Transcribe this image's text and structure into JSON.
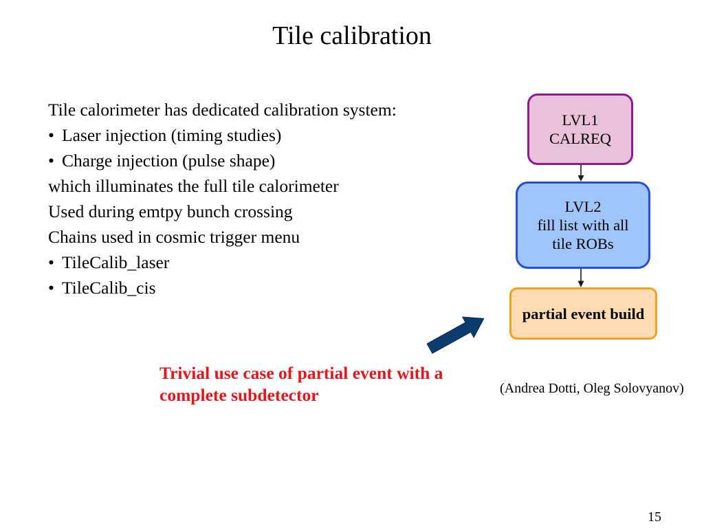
{
  "slide": {
    "title": "Tile calibration",
    "page_number": "15"
  },
  "body": {
    "bullet_symbol": "•",
    "lines": [
      {
        "text": "Tile calorimeter has dedicated calibration system:",
        "bulleted": false
      },
      {
        "text": "Laser injection (timing studies)",
        "bulleted": true
      },
      {
        "text": "Charge injection (pulse shape)",
        "bulleted": true
      },
      {
        "text": "which illuminates the full tile calorimeter",
        "bulleted": false
      },
      {
        "text": "Used during emtpy bunch crossing",
        "bulleted": false
      },
      {
        "text": "Chains used in cosmic trigger menu",
        "bulleted": false
      },
      {
        "text": "TileCalib_laser",
        "bulleted": true
      },
      {
        "text": "TileCalib_cis",
        "bulleted": true
      }
    ]
  },
  "flowchart": {
    "nodes": [
      {
        "lines": [
          "LVL1",
          "CALREQ"
        ],
        "fill": "#e9c2da",
        "border": "#8c1b8c"
      },
      {
        "lines": [
          "LVL2",
          "fill list with all",
          "tile ROBs"
        ],
        "fill": "#9fc5fb",
        "border": "#1e50d8"
      },
      {
        "lines": [
          "partial event build"
        ],
        "fill": "#fddcb3",
        "border": "#f5a21a"
      }
    ],
    "connector_color": "#1a1a1a"
  },
  "callout": {
    "lines": [
      "Trivial use case of partial event with a",
      "complete subdetector"
    ],
    "color": "#e8141c"
  },
  "attribution": "(Andrea Dotti, Oleg Solovyanov)",
  "icons": {
    "callout_arrow": "thick-arrow-up-right",
    "callout_arrow_color": "#0c3b6e"
  }
}
